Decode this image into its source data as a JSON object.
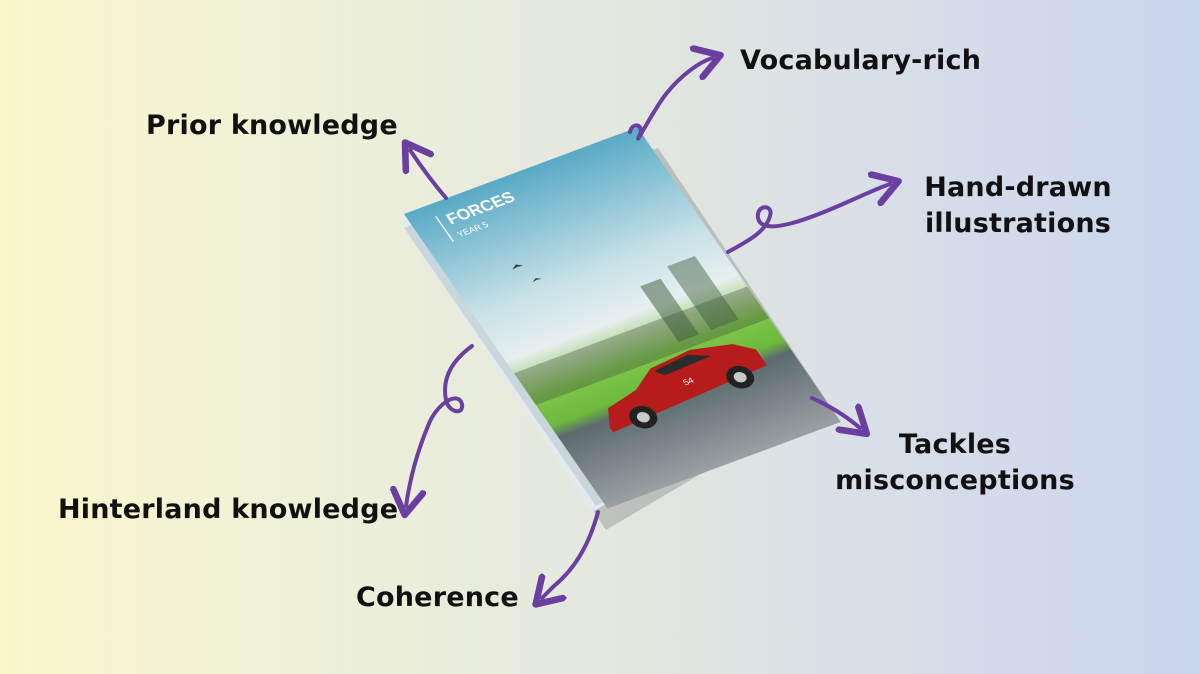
{
  "booklet": {
    "title": "FORCES",
    "subtitle": "YEAR 5",
    "car_number": "54"
  },
  "features": {
    "vocabulary": "Vocabulary-rich",
    "prior": "Prior knowledge",
    "handdrawn_line1": "Hand-drawn",
    "handdrawn_line2": "illustrations",
    "tackles_line1": "Tackles",
    "tackles_line2": "misconceptions",
    "hinterland": "Hinterland knowledge",
    "coherence": "Coherence"
  },
  "colors": {
    "arrow": "#6b3fa0",
    "text": "#111111"
  }
}
